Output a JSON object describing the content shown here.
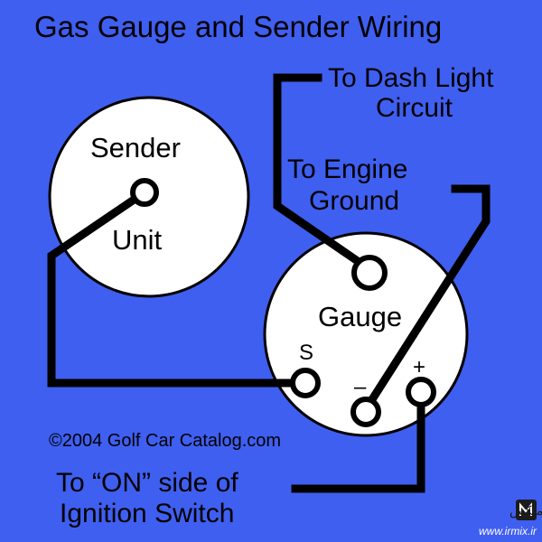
{
  "title": "Gas Gauge and Sender Wiring",
  "sender": {
    "line1": "Sender",
    "line2": "Unit"
  },
  "gauge": {
    "label": "Gauge",
    "terminal_s": "S",
    "terminal_minus": "–",
    "terminal_plus": "+"
  },
  "labels": {
    "dash_line1": "To Dash Light",
    "dash_line2": "Circuit",
    "ground_line1": "To Engine",
    "ground_line2": "Ground",
    "ignition_line1": "To “ON” side of",
    "ignition_line2": "Ignition Switch"
  },
  "copyright": "©2004 Golf Car Catalog.com",
  "watermark": {
    "text": "ای ار میکس",
    "url": "www.irmix.ir",
    "logo_icon": "irmix-logo-icon"
  },
  "colors": {
    "background": "#3f5ff0",
    "wire": "#000000",
    "component": "#ffffff"
  }
}
